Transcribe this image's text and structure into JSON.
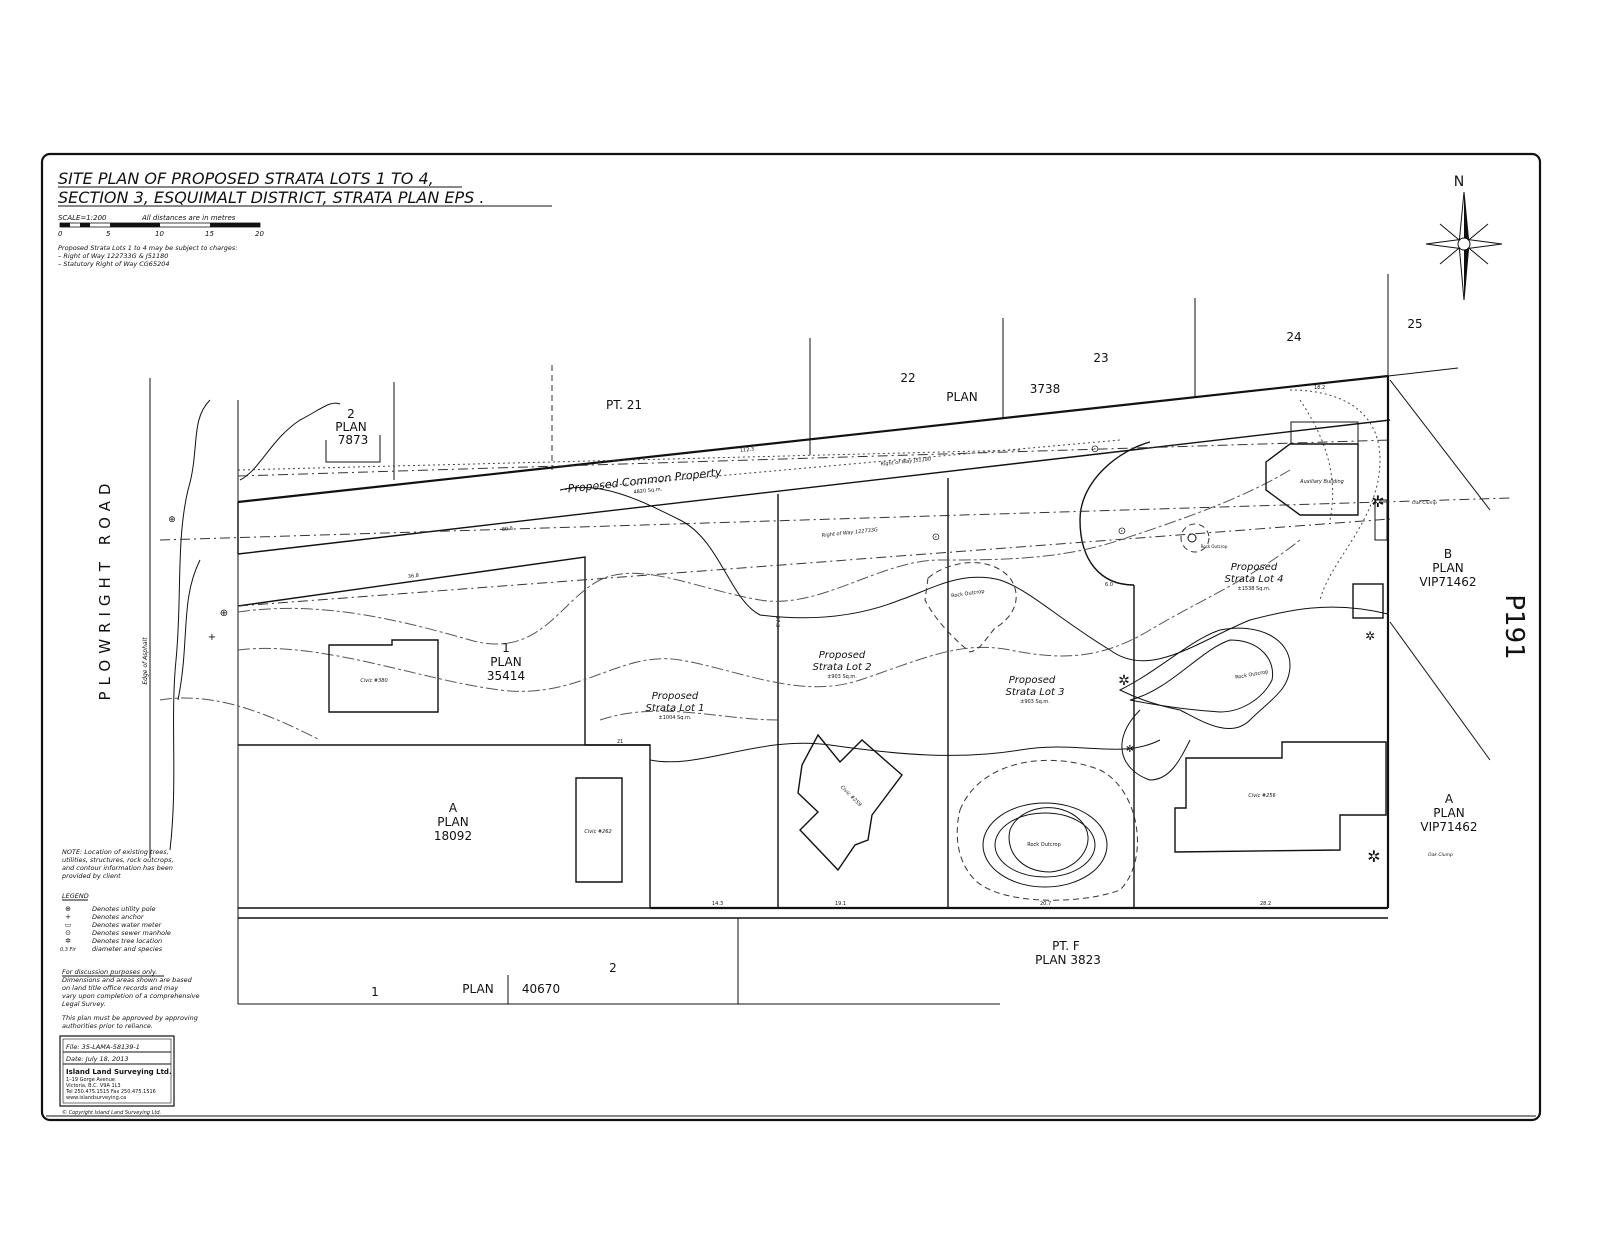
{
  "title": {
    "line1": "SITE PLAN OF PROPOSED STRATA LOTS 1 TO 4,",
    "line2": "SECTION 3, ESQUIMALT DISTRICT, STRATA PLAN EPS        ."
  },
  "scale": {
    "label": "SCALE=1:200",
    "units_note": "All distances are in metres",
    "ticks": [
      "0",
      "5",
      "10",
      "15",
      "20"
    ]
  },
  "charges_note": [
    "Proposed Strata Lots 1 to 4 may be subject to charges:",
    "– Right of Way 122733G & J51180",
    "– Statutory Right of Way CG65204"
  ],
  "north_label": "N",
  "sheet_id": "P191",
  "road_name": "PLOWRIGHT ROAD",
  "edge_label": "Edge of Asphalt",
  "neighbours": {
    "lot2_top": {
      "number": "2",
      "plan": "PLAN",
      "plan_no": "7873"
    },
    "pt21": "PT. 21",
    "lot22": "22",
    "plan3738_label": "PLAN",
    "plan3738_no": "3738",
    "lot23": "23",
    "lot24": "24",
    "lot25": "25",
    "plan35414": {
      "number": "1",
      "plan": "PLAN",
      "plan_no": "35414"
    },
    "plan18092": {
      "letter": "A",
      "plan": "PLAN",
      "plan_no": "18092"
    },
    "vip_b": {
      "letter": "B",
      "plan": "PLAN",
      "plan_no": "VIP71462"
    },
    "vip_a": {
      "letter": "A",
      "plan": "PLAN",
      "plan_no": "VIP71462"
    },
    "ptf": {
      "label": "PT. F",
      "plan": "PLAN 3823"
    },
    "bottom_1": "1",
    "bottom_plan": "PLAN",
    "bottom_plan_no": "40670",
    "bottom_2": "2"
  },
  "proposed": {
    "common": {
      "label": "Proposed Common Property",
      "area": "4820 Sq.m."
    },
    "lot1": {
      "line1": "Proposed",
      "line2": "Strata Lot 1",
      "area": "±1004 Sq.m."
    },
    "lot2": {
      "line1": "Proposed",
      "line2": "Strata Lot 2",
      "area": "±903 Sq.m."
    },
    "lot3": {
      "line1": "Proposed",
      "line2": "Strata Lot 3",
      "area": "±903 Sq.m."
    },
    "lot4": {
      "line1": "Proposed",
      "line2": "Strata Lot 4",
      "area": "±1538 Sq.m."
    }
  },
  "features": {
    "civic_380": "Civic #380",
    "civic_262": "Civic #262",
    "civic_259": "Civic #259",
    "civic_256": "Civic #256",
    "auxiliary": "Auxiliary Building",
    "rock_outcrop": "Rock Outcrop",
    "row_label": "Right of Way J51180",
    "row_label2": "Right of Way 122733G",
    "oak_clump": "Oak Clump"
  },
  "dimensions": {
    "north_boundary": "112.3",
    "inner_line": "80.8",
    "lower_line": "36.8",
    "east_top": "18.2",
    "lot2_div": "27.3",
    "lot1_div": "21",
    "bottom_1": "14.3",
    "bottom_2": "19.1",
    "bottom_3": "20.7",
    "bottom_4": "28.2",
    "lot4_west": "6.0"
  },
  "footnote": [
    "NOTE: Location of existing trees,",
    "utilities, structures, rock outcrops,",
    "and contour information has been",
    "provided by client"
  ],
  "legend": {
    "title": "LEGEND",
    "items": [
      {
        "symbol": "⊕",
        "text": "Denotes utility pole"
      },
      {
        "symbol": "+",
        "text": "Denotes anchor"
      },
      {
        "symbol": "▭",
        "text": "Denotes water meter"
      },
      {
        "symbol": "⊙",
        "text": "Denotes sewer manhole"
      },
      {
        "symbol": "✲",
        "text": "Denotes tree location"
      },
      {
        "symbol": "0.3 Fir",
        "text": "diameter and species"
      }
    ]
  },
  "discussion": [
    "For discussion purposes only.",
    "Dimensions and areas shown are based",
    "on land title office records and may",
    "vary upon completion of a comprehensive",
    "Legal Survey."
  ],
  "approval": [
    "This plan must be approved by approving",
    "authorities prior to reliance."
  ],
  "titleblock": {
    "file": "File: 35-LAMA-58139-1",
    "date": "Date: July 18, 2013",
    "company": "Island Land Surveying Ltd.",
    "addr1": "1–19 Gorge Avenue",
    "addr2": "Victoria, B.C. V9A 1L3",
    "phone": "Tel 250.475.1515  Fax 250.475.1516",
    "web": "www.islandsurveying.ca"
  },
  "copyright": "© Copyright Island Land Surveying Ltd."
}
